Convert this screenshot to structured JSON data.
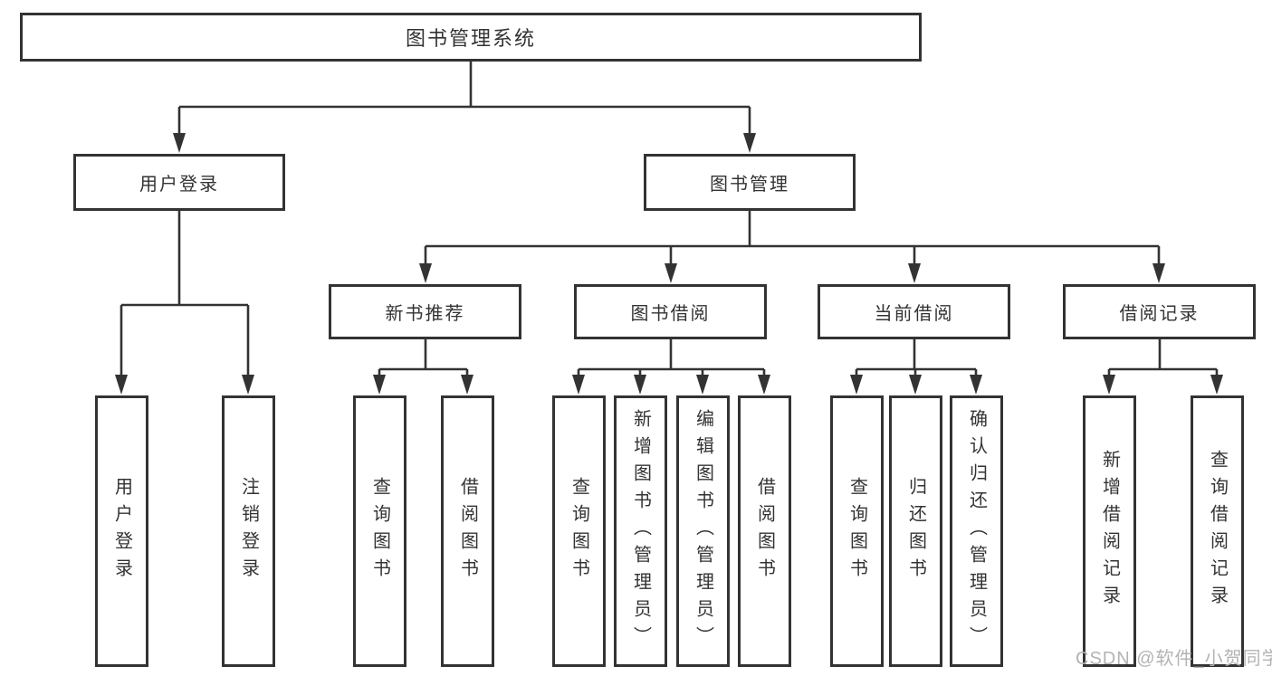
{
  "nodes": {
    "root": "图书管理系统",
    "branches": [
      "用户登录",
      "图书管理"
    ],
    "modules": [
      "新书推荐",
      "图书借阅",
      "当前借阅",
      "借阅记录"
    ],
    "leaves": {
      "login": [
        "用户登录",
        "注销登录"
      ],
      "recommend": [
        "查询图书",
        "借阅图书"
      ],
      "borrow": [
        "查询图书",
        "新增图书（管理员）",
        "编辑图书（管理员）",
        "借阅图书"
      ],
      "current": [
        "查询图书",
        "归还图书",
        "确认归还（管理员）"
      ],
      "records": [
        "新增借阅记录",
        "查询借阅记录"
      ]
    }
  },
  "watermark": "CSDN @软件_小贺同学",
  "colors": {
    "line": "#333333",
    "box_border": "#333333",
    "box_fill": "#ffffff",
    "text": "#333333",
    "watermark": "#b3b3b3"
  }
}
